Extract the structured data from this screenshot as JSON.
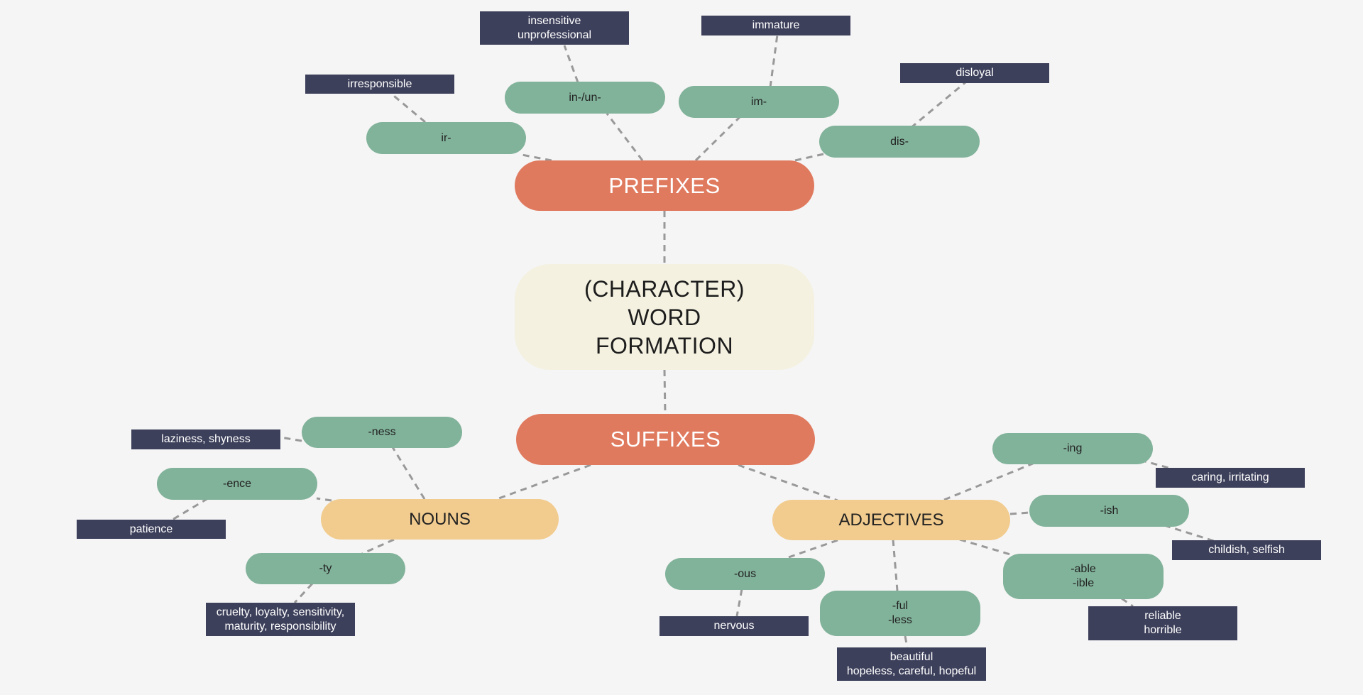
{
  "colors": {
    "background": "#f5f5f5",
    "center": "#f4f1e0",
    "main": "#e07a5f",
    "group": "#f2cc8f",
    "affix": "#81b29a",
    "example": "#3d405b",
    "connector": "#999999"
  },
  "center": {
    "label": "(CHARACTER)\nWORD\nFORMATION"
  },
  "prefixes": {
    "label": "PREFIXES",
    "items": [
      {
        "affix": "ir-",
        "examples": "irresponsible"
      },
      {
        "affix": "in-/un-",
        "examples": "insensitive\nunprofessional"
      },
      {
        "affix": "im-",
        "examples": "immature"
      },
      {
        "affix": "dis-",
        "examples": "disloyal"
      }
    ]
  },
  "suffixes": {
    "label": "SUFFIXES",
    "nouns": {
      "label": "NOUNS",
      "items": [
        {
          "affix": "-ness",
          "examples": "laziness, shyness"
        },
        {
          "affix": "-ence",
          "examples": "patience"
        },
        {
          "affix": "-ty",
          "examples": "cruelty, loyalty, sensitivity,\nmaturity, responsibility"
        }
      ]
    },
    "adjectives": {
      "label": "ADJECTIVES",
      "items": [
        {
          "affix": "-ing",
          "examples": "caring, irritating"
        },
        {
          "affix": "-ish",
          "examples": "childish, selfish"
        },
        {
          "affix": "-able\n-ible",
          "examples": "reliable\nhorrible"
        },
        {
          "affix": "-ful\n-less",
          "examples": "beautiful\nhopeless, careful, hopeful"
        },
        {
          "affix": "-ous",
          "examples": "nervous"
        }
      ]
    }
  }
}
